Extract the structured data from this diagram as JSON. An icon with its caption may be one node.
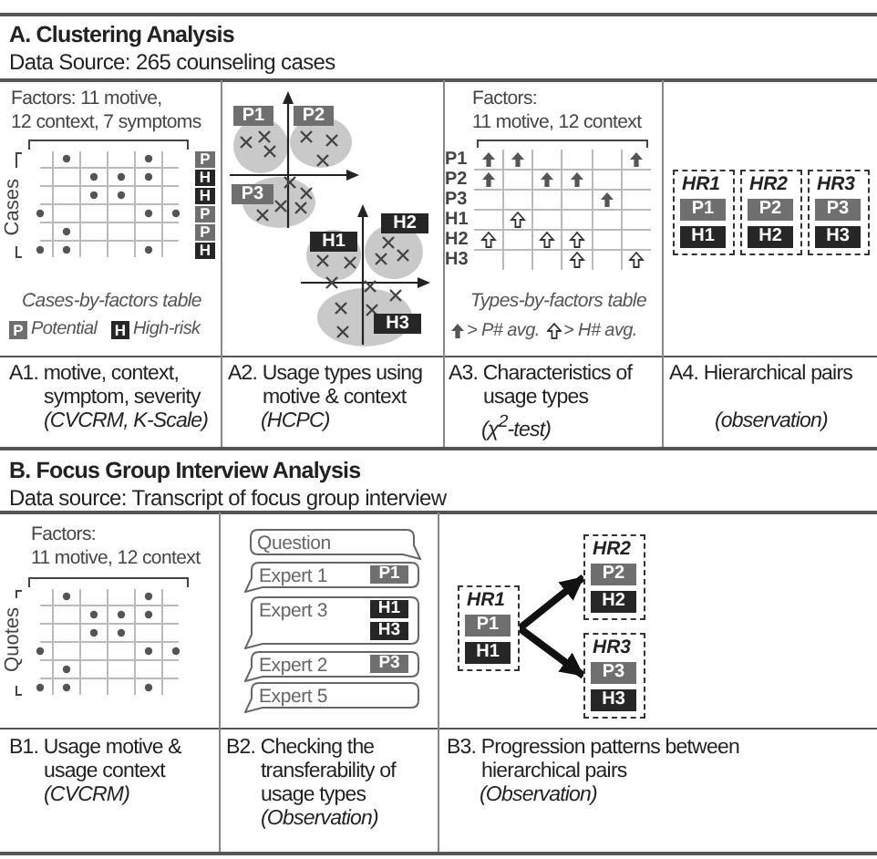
{
  "diagram": {
    "nodes": [
      {
        "text": [
          "P"
        ]
      },
      {
        "text": [
          "H"
        ]
      },
      {
        "text": [
          "H"
        ]
      },
      {
        "text": [
          "P"
        ]
      },
      {
        "text": [
          "P"
        ]
      },
      {
        "text": [
          "H"
        ]
      },
      {
        "text": [
          "P"
        ],
        "beside": [
          "Potential"
        ]
      },
      {
        "text": [
          "H"
        ],
        "beside": [
          "High-risk"
        ]
      },
      {
        "text": [
          "P1"
        ]
      },
      {
        "text": [
          "P2"
        ]
      },
      {
        "text": [
          "P3"
        ]
      },
      {
        "text": [
          "H1"
        ]
      },
      {
        "text": [
          "H2"
        ]
      },
      {
        "text": [
          "H3"
        ]
      },
      {
        "text": [
          "HR1"
        ]
      },
      {
        "text": [
          "P1"
        ],
        "in": 14
      },
      {
        "text": [
          "H1"
        ],
        "in": 14
      },
      {
        "text": [
          "HR2"
        ]
      },
      {
        "text": [
          "P2"
        ],
        "in": 17
      },
      {
        "text": [
          "H2"
        ],
        "in": 17
      },
      {
        "text": [
          "HR3"
        ]
      },
      {
        "text": [
          "P3"
        ],
        "in": 20
      },
      {
        "text": [
          "H3"
        ],
        "in": 20
      },
      {
        "text": [
          "Question"
        ]
      },
      {
        "text": [
          "Expert 1"
        ]
      },
      {
        "text": [
          "P1"
        ],
        "in": 24
      },
      {
        "text": [
          "Expert 3"
        ]
      },
      {
        "text": [
          "H1"
        ],
        "in": 26
      },
      {
        "text": [
          "H3"
        ],
        "in": 26
      },
      {
        "text": [
          "Expert 2"
        ]
      },
      {
        "text": [
          "P3"
        ],
        "in": 29
      },
      {
        "text": [
          "Expert 5"
        ]
      },
      {
        "text": [
          "HR1"
        ]
      },
      {
        "text": [
          "P1"
        ],
        "in": 32
      },
      {
        "text": [
          "H1"
        ],
        "in": 32
      },
      {
        "text": [
          "HR2"
        ]
      },
      {
        "text": [
          "P2"
        ],
        "in": 35
      },
      {
        "text": [
          "H2"
        ],
        "in": 35
      },
      {
        "text": [
          "HR3"
        ]
      },
      {
        "text": [
          "P3"
        ],
        "in": 38
      },
      {
        "text": [
          "H3"
        ],
        "in": 38
      }
    ],
    "edges": [
      {
        "from": 32,
        "to": 35,
        "arrow": "to"
      },
      {
        "from": 32,
        "to": 38,
        "arrow": "to"
      }
    ],
    "labels": [
      "A. Clustering Analysis",
      "Data Source: 265 counseling cases",
      "Factors: 11 motive, 12 context, 7 symptoms",
      "Cases",
      "Cases-by-factors table",
      "Factors: 11 motive, 12 context",
      "P1",
      "P2",
      "P3",
      "H1",
      "H2",
      "H3",
      "Types-by-factors table",
      "A1. motive, context, symptom, severity",
      "(CVCRM, K-Scale)",
      "A2. Usage types using motive & context",
      "(HCPC)",
      "A3. Characteristics of usage types",
      "(χ$^{2}$-test)",
      "A4. Hierarchical pairs",
      "(observation)",
      "B. Focus Group Interview Analysis",
      "Data source: Transcript of focus group interview",
      "Factors: 11 motive, 12 context",
      "Quotes",
      "B1. Usage motive & usage context",
      "(CVCRM)",
      "B2. Checking the transferability of usage types",
      "(Observation)",
      "B3. Progression patterns between hierarchical pairs",
      "(Observation)"
    ],
    "legend": [
      {
        "text": "> P# avg."
      },
      {
        "text": "> H# avg."
      }
    ]
  }
}
